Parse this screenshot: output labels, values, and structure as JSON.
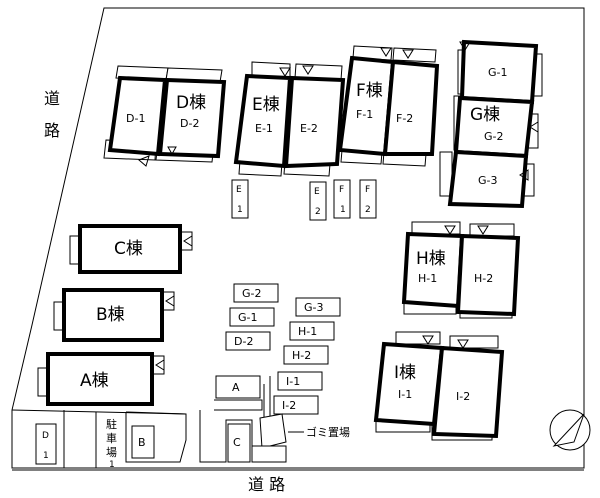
{
  "road": {
    "label_left_1": "道",
    "label_left_2": "路",
    "label_bottom": "道 路"
  },
  "buildings": {
    "A": "A棟",
    "B": "B棟",
    "C": "C棟",
    "D": "D棟",
    "E": "E棟",
    "F": "F棟",
    "G": "G棟",
    "H": "H棟",
    "I": "I棟"
  },
  "units": {
    "D1": "D-1",
    "D2": "D-2",
    "E1": "E-1",
    "E2": "E-2",
    "F1": "F-1",
    "F2": "F-2",
    "G1": "G-1",
    "G2": "G-2",
    "G3": "G-3",
    "H1": "H-1",
    "H2": "H-2",
    "I1": "I-1",
    "I2": "I-2"
  },
  "parking": {
    "G2": "G-2",
    "G1": "G-1",
    "D2": "D-2",
    "G3": "G-3",
    "H1": "H-1",
    "H2": "H-2",
    "I1": "I-1",
    "I2": "I-2",
    "A": "A",
    "C": "C",
    "B": "B",
    "E1_top": "E",
    "E1_bot": "1",
    "E2_top": "E",
    "E2_bot": "2",
    "F1_top": "F",
    "F1_bot": "1",
    "F2_top": "F",
    "F2_bot": "2",
    "D1_top": "D",
    "D1_bot": "1"
  },
  "lot": {
    "line1": "駐",
    "line2": "車",
    "line3": "場",
    "line4": "1"
  },
  "garbage": "ゴミ置場",
  "icons": {
    "compass": "north-arrow-icon",
    "entrance": "triangle-marker-icon"
  }
}
